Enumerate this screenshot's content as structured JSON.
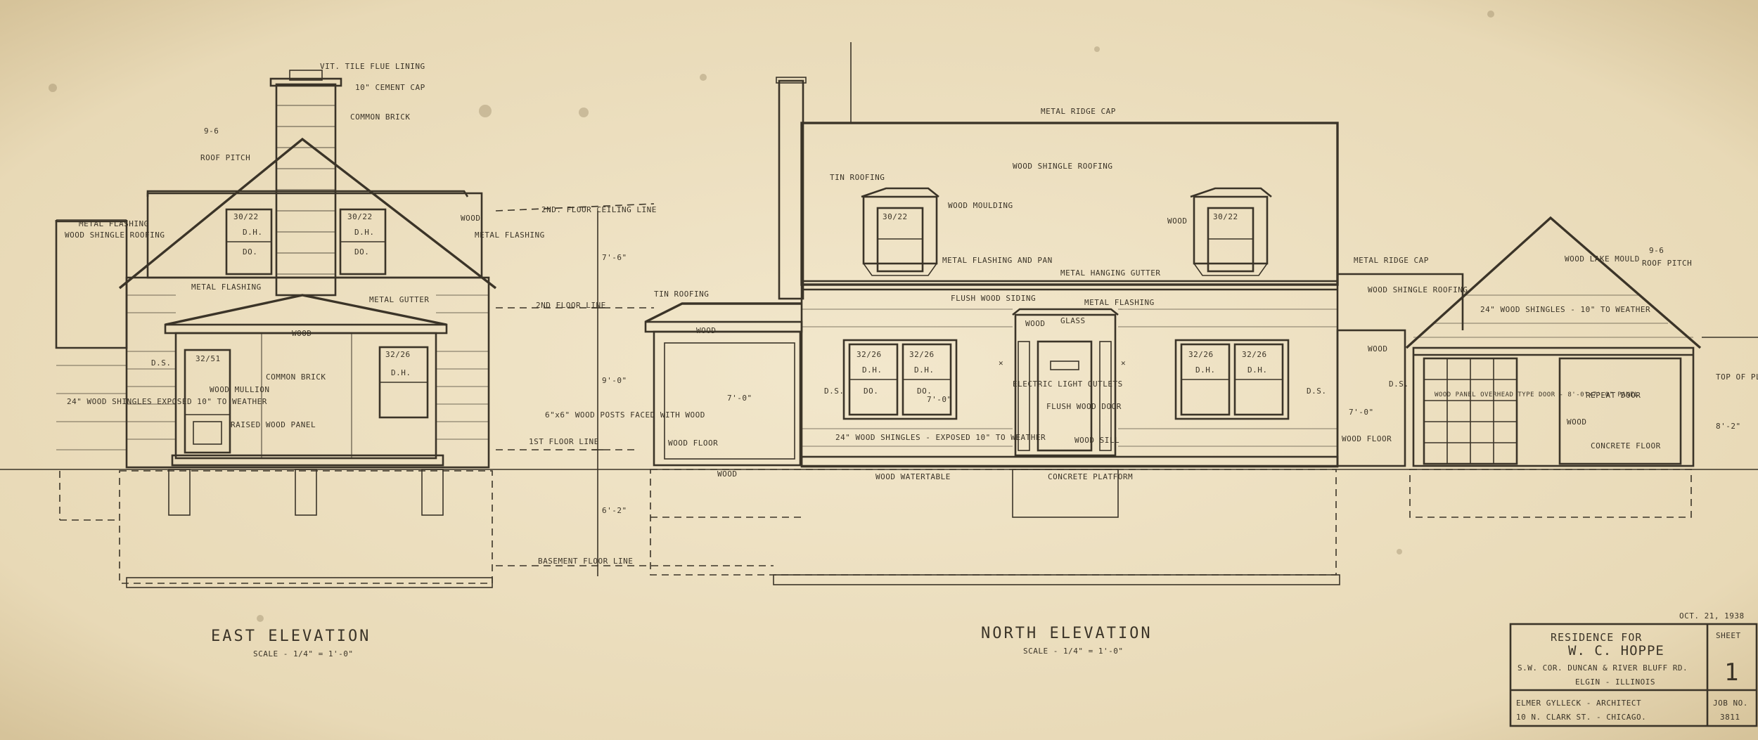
{
  "east": {
    "title": "EAST   ELEVATION",
    "scale": "SCALE - 1/4\" = 1'-0\"",
    "notes": {
      "flue": "VIT. TILE FLUE LINING",
      "cap": "10\" CEMENT CAP",
      "brick": "COMMON BRICK",
      "pitch": "ROOF PITCH",
      "pitch_val": "9-6",
      "shingle_roof": "WOOD SHINGLE ROOFING",
      "metal_flash1": "METAL FLASHING",
      "wood": "WOOD",
      "metal_flash2": "METAL FLASHING",
      "metal_flash3": "METAL FLASHING",
      "gutter": "METAL GUTTER",
      "wood2": "WOOD",
      "ds": "D.S.",
      "common_brick2": "COMMON BRICK",
      "shingles": "24\" WOOD SHINGLES EXPOSED 10\" TO WEATHER",
      "mullion": "WOOD MULLION",
      "raised": "RAISED WOOD PANEL",
      "win1": "30/22",
      "win2": "30/22",
      "win3": "32/51",
      "win4": "32/26",
      "dh": "D.H.",
      "do": "DO."
    }
  },
  "middle": {
    "ceiling": "2ND. FLOOR CEILING LINE",
    "floor2": "2ND FLOOR LINE",
    "post": "6\"x6\" WOOD POSTS FACED WITH WOOD",
    "floor1": "1ST FLOOR LINE",
    "basement": "BASEMENT FLOOR LINE",
    "dim_a": "7'-6\"",
    "dim_b": "9'-0\"",
    "dim_c": "6'-2\""
  },
  "north": {
    "title": "NORTH   ELEVATION",
    "scale": "SCALE - 1/4\" = 1'-0\"",
    "notes": {
      "ridge": "METAL RIDGE CAP",
      "tin": "TIN ROOFING",
      "wood_moulding": "WOOD MOULDING",
      "shingle_roof": "WOOD SHINGLE ROOFING",
      "wood": "WOOD",
      "metal_flash": "METAL FLASHING AND PAN",
      "gutter": "METAL HANGING GUTTER",
      "tin2": "TIN ROOFING",
      "wood2": "WOOD",
      "siding": "FLUSH WOOD SIDING",
      "metal_flash2": "METAL FLASHING",
      "glass": "GLASS",
      "wood3": "WOOD",
      "elec": "ELECTRIC LIGHT OUTLETS",
      "flush_door": "FLUSH WOOD DOOR",
      "shingles": "24\" WOOD SHINGLES - EXPOSED 10\" TO WEATHER",
      "wood_sill": "WOOD SILL",
      "wood_floor": "WOOD FLOOR",
      "wood4": "WOOD",
      "watertable": "WOOD WATERTABLE",
      "concrete": "CONCRETE PLATFORM",
      "ds": "D.S.",
      "ds2": "D.S.",
      "win1": "30/22",
      "win2": "30/22",
      "win3": "32/26",
      "win4": "32/26",
      "win5": "32/26",
      "win6": "32/26",
      "dh": "D.H.",
      "do": "DO.",
      "dim_d": "7'-0\"",
      "dim_e": "7'-0\""
    }
  },
  "garage": {
    "ridge": "METAL RIDGE CAP",
    "lake": "WOOD LAKE MOULD",
    "shingle_roof": "WOOD SHINGLE ROOFING",
    "shingles": "24\" WOOD SHINGLES - 10\" TO WEATHER",
    "wood": "WOOD",
    "ds": "D.S.",
    "door": "WOOD PANEL OVERHEAD TYPE DOOR - 8'-0\"x7'-0\" PANEL",
    "repeat": "REPEAT DOOR",
    "wood2": "WOOD",
    "concrete": "CONCRETE FLOOR",
    "wood_floor": "WOOD FLOOR",
    "pitch": "ROOF PITCH",
    "pitch_val": "9-6",
    "top_plate": "TOP OF PLATE",
    "dim_f": "7'-0\"",
    "dim_g": "8'-2\""
  },
  "titleblock": {
    "date": "OCT. 21, 1938",
    "line1": "RESIDENCE   FOR",
    "line2": "W. C. HOPPE",
    "line3": "S.W. COR. DUNCAN & RIVER BLUFF RD.",
    "line4": "ELGIN - ILLINOIS",
    "line5": "ELMER GYLLECK - ARCHITECT",
    "line6": "10 N. CLARK ST. -     CHICAGO.",
    "sheet_label": "SHEET",
    "sheet_no": "1",
    "job_label": "JOB NO.",
    "job_no": "3811"
  }
}
